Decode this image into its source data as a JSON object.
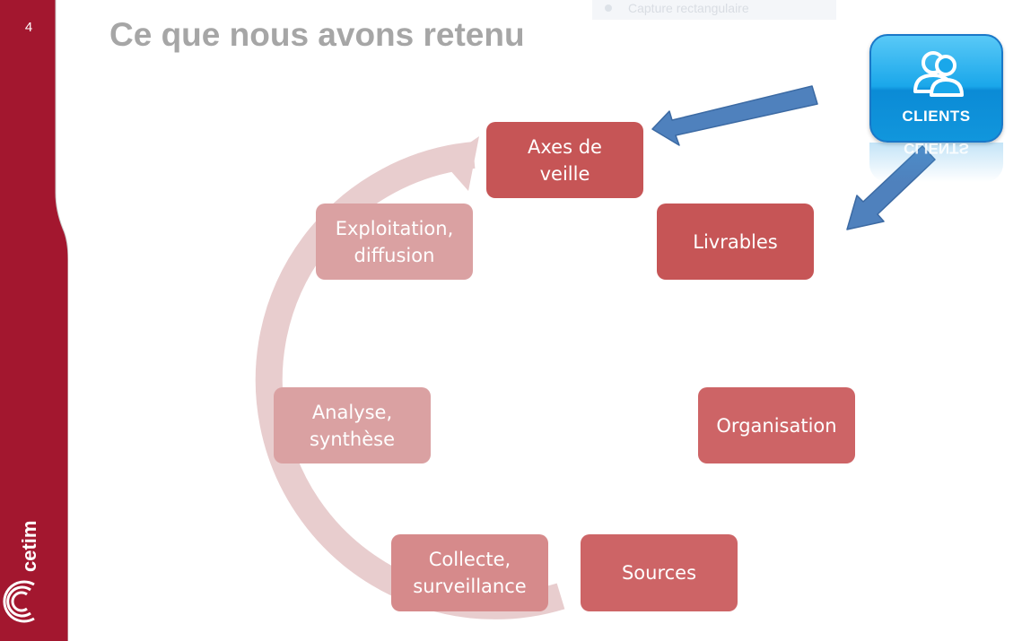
{
  "slide": {
    "page_number": "4",
    "title": "Ce que nous avons retenu",
    "ghost_tooltip": "Capture rectangulaire"
  },
  "logo": {
    "text": "cetim"
  },
  "cycle": {
    "nodes": [
      {
        "id": "axes",
        "label": "Axes de\nveille"
      },
      {
        "id": "livrables",
        "label": "Livrables"
      },
      {
        "id": "organisation",
        "label": "Organisation"
      },
      {
        "id": "sources",
        "label": "Sources"
      },
      {
        "id": "collecte",
        "label": "Collecte,\nsurveillance"
      },
      {
        "id": "analyse",
        "label": "Analyse,\nsynthèse"
      },
      {
        "id": "exploitation",
        "label": "Exploitation,\ndiffusion"
      }
    ]
  },
  "clients_badge": {
    "label": "CLIENTS",
    "icon": "users-icon"
  },
  "colors": {
    "brand_red": "#a3172f",
    "node_strong": "#c65556",
    "node_light": "#daa1a2",
    "ring": "#e8cdce",
    "arrow_blue": "#4f81bd",
    "clients_blue": "#1aa7ea"
  }
}
